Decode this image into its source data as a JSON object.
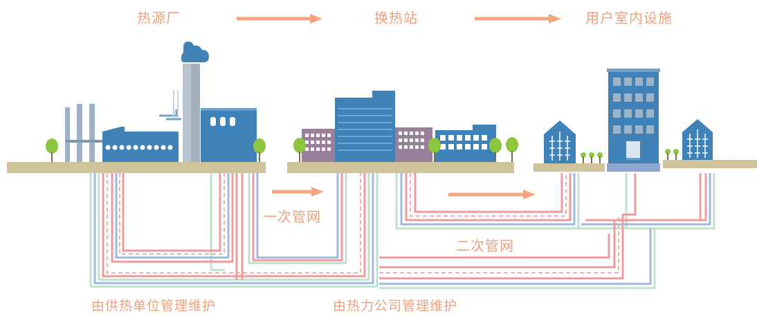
{
  "stages": {
    "plant": "热源厂",
    "station": "换热站",
    "user": "用户室内设施"
  },
  "networks": {
    "primary": "一次管网",
    "secondary": "二次管网"
  },
  "maintenance": {
    "supplier": "由供热单位管理维护",
    "company": "由热力公司管理维护"
  },
  "colors": {
    "label": "#F0A07D",
    "arrow": "#F4A57F",
    "ground": "#CFC39C",
    "building_blue": "#3E82B8",
    "building_purple": "#9A7F9A",
    "pipe_red": "#EE9A9A",
    "pipe_blue": "#9FB9DD",
    "pipe_green": "#BFE2CF",
    "tree": "#8CC63F"
  }
}
